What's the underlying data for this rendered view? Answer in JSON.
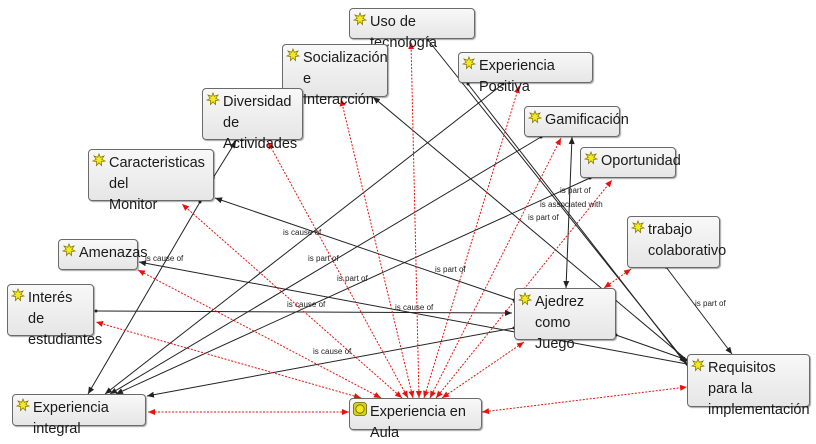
{
  "diagram": {
    "title": "Experiencia en Aula network",
    "colors": {
      "causal_edge": "#222222",
      "association_edge": "#e8120c",
      "node_border": "#6a6a6a",
      "node_fill_top": "#f8f8f8",
      "node_fill_bottom": "#e6e6e6",
      "icon_fill": "#f2ea1e"
    },
    "nodes": [
      {
        "id": "uso",
        "label": "Uso de tecnología",
        "icon": "code-icon"
      },
      {
        "id": "social",
        "label": "Socialización e\nInteracción",
        "icon": "code-icon"
      },
      {
        "id": "positiva",
        "label": "Experiencia Positiva",
        "icon": "code-icon"
      },
      {
        "id": "diversidad",
        "label": "Diversidad de\nActividades",
        "icon": "code-icon"
      },
      {
        "id": "gamif",
        "label": "Gamificación",
        "icon": "code-icon"
      },
      {
        "id": "monitor",
        "label": "Caracteristicas del\nMonitor",
        "icon": "code-icon"
      },
      {
        "id": "oport",
        "label": "Oportunidad",
        "icon": "code-icon"
      },
      {
        "id": "trabajo",
        "label": "trabajo\ncolaborativo",
        "icon": "code-icon"
      },
      {
        "id": "amenazas",
        "label": "Amenazas",
        "icon": "code-icon"
      },
      {
        "id": "interes",
        "label": "Interés de\nestudiantes",
        "icon": "code-icon"
      },
      {
        "id": "ajedrez",
        "label": "Ajedrez como\nJuego",
        "icon": "code-icon"
      },
      {
        "id": "requisitos",
        "label": "Requisitos para la\nimplementación",
        "icon": "code-icon"
      },
      {
        "id": "integral",
        "label": "Experiencia integral",
        "icon": "code-icon"
      },
      {
        "id": "aula",
        "label": "Experiencia en Aula",
        "icon": "code-group-icon"
      }
    ],
    "edges": [
      {
        "from": "monitor",
        "to": "diversidad",
        "type": "causal",
        "label": ""
      },
      {
        "from": "monitor",
        "to": "integral",
        "type": "causal",
        "label": ""
      },
      {
        "from": "ajedrez",
        "to": "monitor",
        "type": "causal",
        "label": "is cause of"
      },
      {
        "from": "positiva",
        "to": "integral",
        "type": "causal",
        "label": "is part of"
      },
      {
        "from": "gamif",
        "to": "integral",
        "type": "causal",
        "label": "is part of"
      },
      {
        "from": "oport",
        "to": "integral",
        "type": "causal",
        "label": "is part of"
      },
      {
        "from": "ajedrez",
        "to": "integral",
        "type": "causal",
        "label": "is cause of"
      },
      {
        "from": "requisitos",
        "to": "amenazas",
        "type": "causal",
        "label": "is cause of"
      },
      {
        "from": "interes",
        "to": "ajedrez",
        "type": "causal",
        "label": "is cause of"
      },
      {
        "from": "requisitos",
        "to": "social",
        "type": "causal",
        "label": "is part of"
      },
      {
        "from": "uso",
        "to": "requisitos",
        "type": "causal",
        "label": ""
      },
      {
        "from": "positiva",
        "to": "requisitos",
        "type": "causal",
        "label": ""
      },
      {
        "from": "gamif",
        "to": "ajedrez",
        "type": "causal",
        "label": "is associated with"
      },
      {
        "from": "trabajo",
        "to": "requisitos",
        "type": "causal",
        "label": "is part of"
      },
      {
        "from": "ajedrez",
        "to": "requisitos",
        "type": "causal",
        "label": ""
      },
      {
        "from": "aula",
        "to": "monitor",
        "type": "association",
        "label": ""
      },
      {
        "from": "aula",
        "to": "diversidad",
        "type": "association",
        "label": ""
      },
      {
        "from": "aula",
        "to": "social",
        "type": "association",
        "label": ""
      },
      {
        "from": "aula",
        "to": "uso",
        "type": "association",
        "label": ""
      },
      {
        "from": "aula",
        "to": "positiva",
        "type": "association",
        "label": ""
      },
      {
        "from": "aula",
        "to": "gamif",
        "type": "association",
        "label": ""
      },
      {
        "from": "aula",
        "to": "oport",
        "type": "association",
        "label": ""
      },
      {
        "from": "aula",
        "to": "amenazas",
        "type": "association",
        "label": ""
      },
      {
        "from": "aula",
        "to": "interes",
        "type": "association",
        "label": ""
      },
      {
        "from": "aula",
        "to": "integral",
        "type": "association",
        "label": ""
      },
      {
        "from": "aula",
        "to": "ajedrez",
        "type": "association",
        "label": ""
      },
      {
        "from": "aula",
        "to": "requisitos",
        "type": "association",
        "label": ""
      },
      {
        "from": "ajedrez",
        "to": "trabajo",
        "type": "association",
        "label": ""
      }
    ],
    "edge_labels": [
      {
        "text": "is cause of"
      },
      {
        "text": "is cause of"
      },
      {
        "text": "is part of"
      },
      {
        "text": "is part of"
      },
      {
        "text": "is part of"
      },
      {
        "text": "is cause of"
      },
      {
        "text": "is cause of"
      },
      {
        "text": "is cause of"
      },
      {
        "text": "is part of"
      },
      {
        "text": "is associated with"
      },
      {
        "text": "is part of"
      },
      {
        "text": "is part of"
      }
    ]
  }
}
